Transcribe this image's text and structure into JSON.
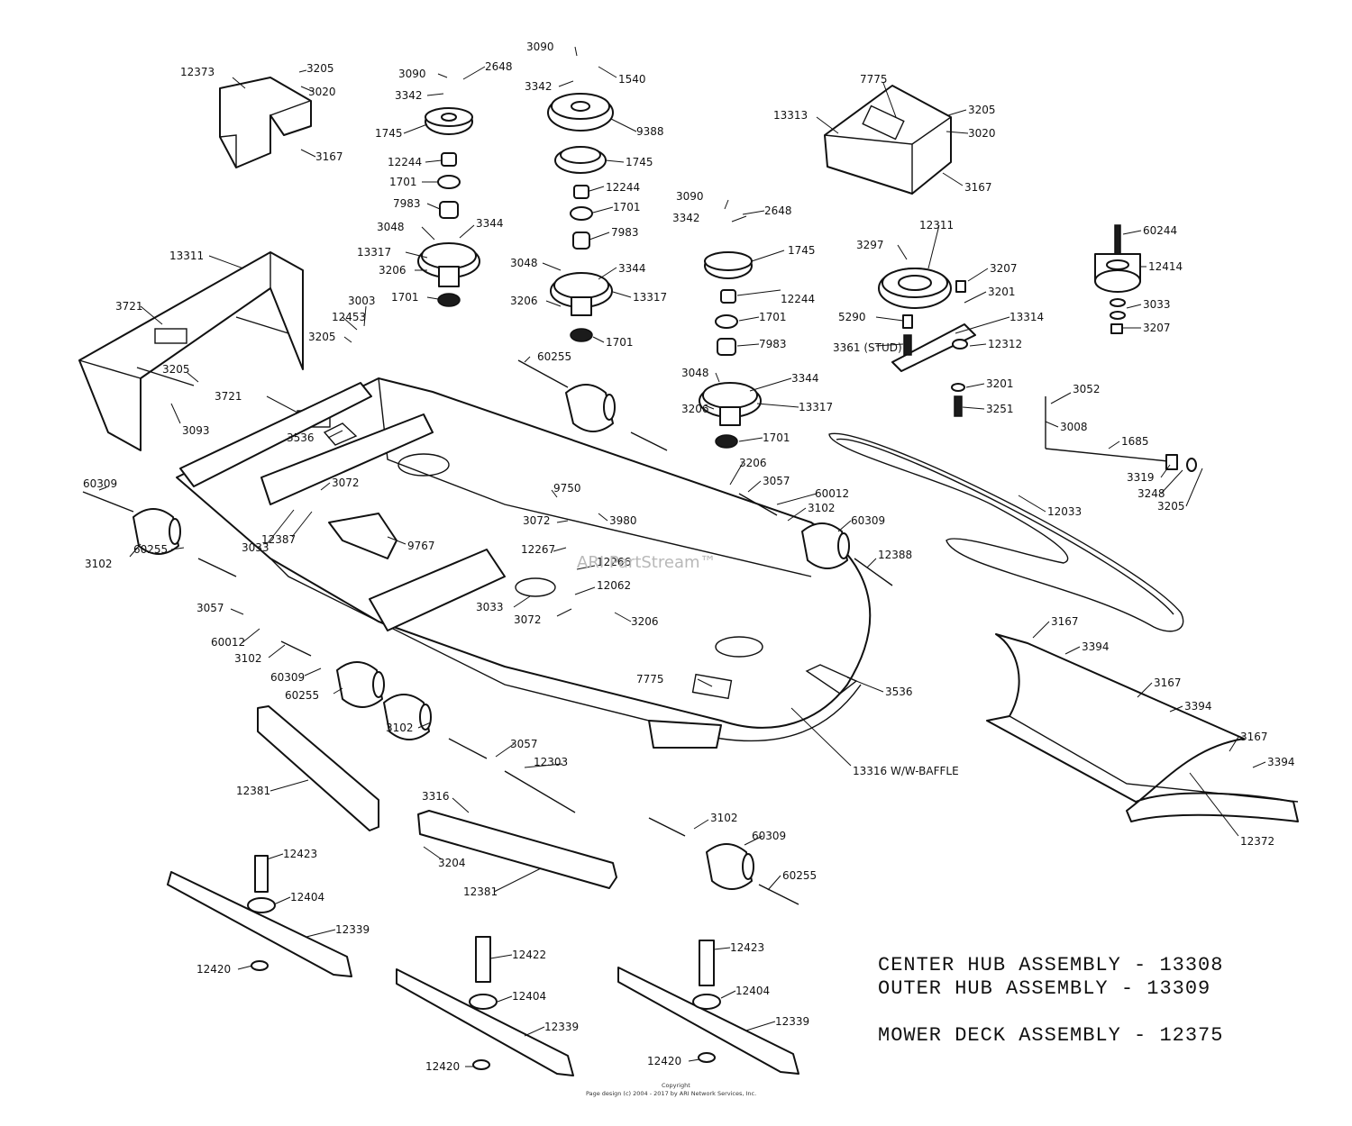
{
  "watermark": "ARI PartStream™",
  "copyright": {
    "line1": "Copyright",
    "line2": "Page design (c) 2004 - 2017 by ARI Network Services, Inc."
  },
  "assemblies": [
    "CENTER HUB ASSEMBLY - 13308",
    "OUTER HUB ASSEMBLY - 13309",
    "MOWER DECK ASSEMBLY - 12375"
  ],
  "callouts": [
    "12373",
    "3205",
    "3020",
    "3167",
    "3090",
    "2648",
    "3342",
    "1745",
    "12244",
    "1701",
    "7983",
    "3048",
    "3344",
    "13317",
    "3206",
    "1701",
    "3090",
    "1540",
    "3342",
    "9388",
    "1745",
    "12244",
    "1701",
    "7983",
    "3048",
    "3344",
    "13317",
    "3206",
    "1701",
    "7775",
    "13313",
    "3205",
    "3020",
    "3167",
    "3090",
    "3342",
    "2648",
    "1745",
    "12244",
    "1701",
    "7983",
    "3048",
    "3344",
    "3206",
    "13317",
    "1701",
    "3297",
    "12311",
    "3207",
    "3201",
    "13314",
    "5290",
    "3361 (STUD)",
    "12312",
    "3201",
    "3251",
    "60244",
    "12414",
    "3033",
    "3207",
    "13311",
    "3721",
    "3003",
    "12453",
    "3205",
    "3205",
    "3093",
    "3721",
    "3536",
    "60255",
    "60309",
    "3102",
    "60255",
    "12388",
    "3072",
    "3033",
    "12387",
    "9767",
    "9750",
    "3072",
    "3980",
    "12267",
    "12266",
    "12062",
    "3033",
    "3072",
    "3206",
    "3057",
    "60012",
    "3102",
    "60309",
    "60255",
    "3206",
    "3057",
    "60012",
    "3102",
    "60309",
    "3052",
    "3008",
    "1685",
    "3319",
    "3248",
    "3205",
    "12033",
    "7775",
    "3536",
    "13316 W/W-BAFFLE",
    "3102",
    "3057",
    "12303",
    "3167",
    "3394",
    "3167",
    "3394",
    "3167",
    "3394",
    "12372",
    "12381",
    "3316",
    "3204",
    "12381",
    "3102",
    "60309",
    "60255",
    "12423",
    "12404",
    "12339",
    "12420",
    "12422",
    "12404",
    "12339",
    "12420",
    "12423",
    "12404",
    "12339",
    "12420"
  ]
}
